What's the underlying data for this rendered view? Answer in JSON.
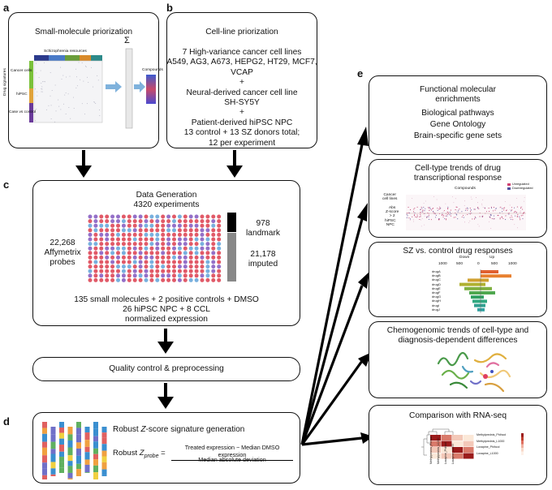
{
  "panels": {
    "a": {
      "letter": "a",
      "title": "Small-molecule priorization",
      "heatmap_header": "Schizophrenia resources",
      "row_labels": [
        "Cancer cells",
        "hiPSC",
        "Case vs control"
      ],
      "side_label": "Drug signatures",
      "sigma": "Σ",
      "compounds_label": "Compounds"
    },
    "b": {
      "letter": "b",
      "title": "Cell-line priorization",
      "lines": [
        "7 High-variance cancer cell lines",
        "A549, AG3, A673, HEPG2, HT29, MCF7, VCAP",
        "+",
        "Neural-derived cancer cell line",
        "SH-SY5Y",
        "+",
        "Patient-derived hiPSC NPC",
        "13 control + 13 SZ donors total;",
        "12 per experiment"
      ]
    },
    "c": {
      "letter": "c",
      "title1": "Data Generation",
      "title2": "4320 experiments",
      "probes1": "22,268",
      "probes2": "Affymetrix",
      "probes3": "probes",
      "landmark_n": "978",
      "landmark": "landmark",
      "imputed_n": "21,178",
      "imputed": "imputed",
      "bottom1": "135 small molecules + 2 positive controls + DMSO",
      "bottom2": "26 hiPSC NPC + 8 CCL",
      "bottom3": "normalized expression"
    },
    "qc": {
      "label": "Quality control & preprocessing"
    },
    "d": {
      "letter": "d",
      "title_pre": "Robust ",
      "title_z": "Z",
      "title_post": "-score signature generation",
      "robust": "Robust ",
      "z": "Z",
      "sub": "probe",
      "eq": " = ",
      "numerator": "Treated expression − Median DMSO expression",
      "denominator": "Median absolute deviation"
    },
    "e": {
      "letter": "e",
      "b1": {
        "lines": [
          "Functional molecular",
          "enrichments",
          "Biological pathways",
          "Gene Ontology",
          "Brain-specific gene sets"
        ]
      },
      "b2": {
        "title1": "Cell-type trends of drug",
        "title2": "transcriptional response",
        "compounds": "Compounds",
        "row1a": "Cancer",
        "row1b": "cell lines",
        "row2a": "Abs",
        "row2b": "Z-score",
        "row2c": "> 2",
        "row3a": "hiPSC",
        "row3b": "NPC",
        "legend1": "Unregulated",
        "legend2": "Downregulated"
      },
      "b3": {
        "title": "SZ vs. control drug responses",
        "down": "Down",
        "up": "Up",
        "ticks": [
          "1000",
          "500",
          "0",
          "500",
          "1000"
        ],
        "drugs": [
          "drugA",
          "drugB",
          "drugC",
          "drugD",
          "drugE",
          "drugF",
          "drugG",
          "drugH",
          "drugI",
          "drugJ"
        ]
      },
      "b4": {
        "title1": "Chemogenomic trends of cell-type and",
        "title2": "diagnosis-dependent differences"
      },
      "b5": {
        "title": "Comparison with RNA-seq",
        "rows": [
          "Methylprednis_Phihcol",
          "Methylprednis_L1000",
          "Loxapine_Phihcol",
          "Loxapine_L1000"
        ]
      }
    }
  },
  "colors": {
    "dot_red": "#e15a68",
    "dot_purple": "#9470c8",
    "dot_blue": "#78b0de",
    "pink": "#e88aa8",
    "bar_down": "#3aa86a",
    "bar_up": "#e07a3a",
    "heat_dark": "#9b1b1b"
  }
}
